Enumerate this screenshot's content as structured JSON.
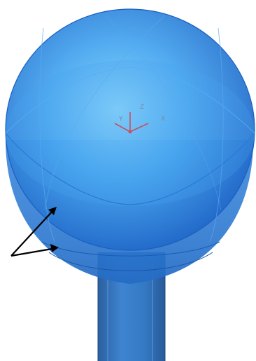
{
  "axes": {
    "x_label": "X",
    "y_label": "Y",
    "z_label": "Z"
  },
  "colors": {
    "background": "#ffffff",
    "shape_fill": "#3a8fe6",
    "shape_edge": "#1f6fd0",
    "stem_fill": "#2f73c2",
    "axis_red": "#c85060",
    "arrow": "#000000"
  }
}
